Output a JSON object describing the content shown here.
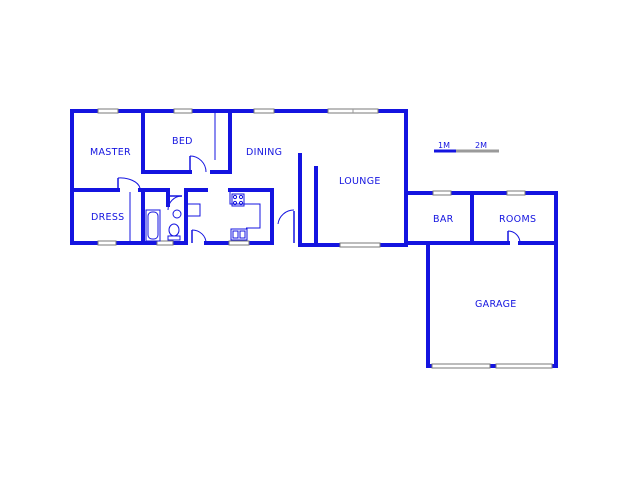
{
  "rooms": {
    "master": "MASTER",
    "bed": "BED",
    "dining": "DINING",
    "lounge": "LOUNGE",
    "dress": "DRESS",
    "bar": "BAR",
    "rooms": "ROOMS",
    "garage": "GARAGE"
  },
  "scale": {
    "first": "1M",
    "second": "2M"
  },
  "colors": {
    "wall": "#1414e0",
    "window": "#7a7a7a",
    "background": "#ffffff"
  }
}
